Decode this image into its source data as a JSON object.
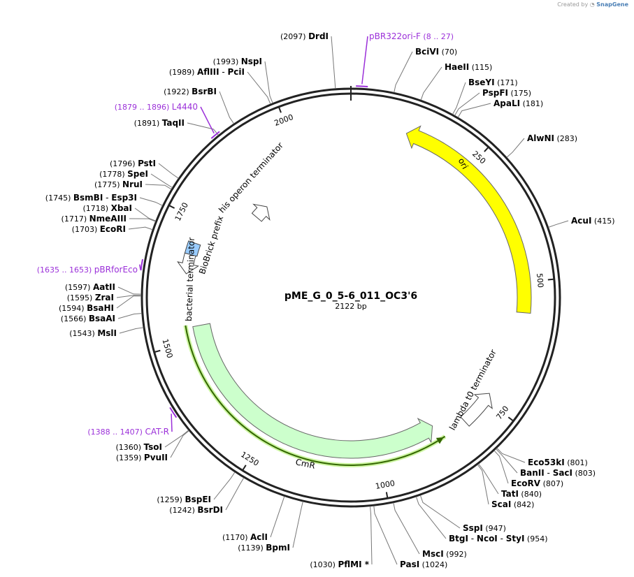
{
  "credit": {
    "prefix": "Created by",
    "brand": "SnapGene",
    "icon": "snapgene-logo-icon"
  },
  "plasmid": {
    "name": "pME_G_0_5-6_011_OC3'6",
    "length_label": "2122 bp",
    "length": 2122
  },
  "ruler": [
    "250",
    "500",
    "750",
    "1000",
    "1250",
    "1500",
    "1750",
    "2000"
  ],
  "sites": [
    {
      "pos": "(2097)",
      "names": [
        "DrdI"
      ]
    },
    {
      "pos": "(70)",
      "names": [
        "BciVI"
      ]
    },
    {
      "pos": "(115)",
      "names": [
        "HaeII"
      ]
    },
    {
      "pos": "(171)",
      "names": [
        "BseYI"
      ]
    },
    {
      "pos": "(175)",
      "names": [
        "PspFI"
      ]
    },
    {
      "pos": "(181)",
      "names": [
        "ApaLI"
      ]
    },
    {
      "pos": "(283)",
      "names": [
        "AlwNI"
      ]
    },
    {
      "pos": "(415)",
      "names": [
        "AcuI"
      ]
    },
    {
      "pos": "(801)",
      "names": [
        "Eco53kI"
      ]
    },
    {
      "pos": "(803)",
      "names": [
        "BanII",
        "SacI"
      ]
    },
    {
      "pos": "(807)",
      "names": [
        "EcoRV"
      ]
    },
    {
      "pos": "(840)",
      "names": [
        "TatI"
      ]
    },
    {
      "pos": "(842)",
      "names": [
        "ScaI"
      ]
    },
    {
      "pos": "(947)",
      "names": [
        "SspI"
      ]
    },
    {
      "pos": "(954)",
      "names": [
        "BtgI",
        "NcoI",
        "StyI"
      ]
    },
    {
      "pos": "(992)",
      "names": [
        "MscI"
      ]
    },
    {
      "pos": "(1024)",
      "names": [
        "PasI"
      ]
    },
    {
      "pos": "(1030)",
      "names": [
        "PflMI *"
      ]
    },
    {
      "pos": "(1139)",
      "names": [
        "BpmI"
      ]
    },
    {
      "pos": "(1170)",
      "names": [
        "AclI"
      ]
    },
    {
      "pos": "(1242)",
      "names": [
        "BsrDI"
      ]
    },
    {
      "pos": "(1259)",
      "names": [
        "BspEI"
      ]
    },
    {
      "pos": "(1359)",
      "names": [
        "PvuII"
      ]
    },
    {
      "pos": "(1360)",
      "names": [
        "TsoI"
      ]
    },
    {
      "pos": "(1543)",
      "names": [
        "MslI"
      ]
    },
    {
      "pos": "(1566)",
      "names": [
        "BsaAI"
      ]
    },
    {
      "pos": "(1594)",
      "names": [
        "BsaHI"
      ]
    },
    {
      "pos": "(1595)",
      "names": [
        "ZraI"
      ]
    },
    {
      "pos": "(1597)",
      "names": [
        "AatII"
      ]
    },
    {
      "pos": "(1703)",
      "names": [
        "EcoRI"
      ]
    },
    {
      "pos": "(1717)",
      "names": [
        "NmeAIII"
      ]
    },
    {
      "pos": "(1718)",
      "names": [
        "XbaI"
      ]
    },
    {
      "pos": "(1745)",
      "names": [
        "BsmBI",
        "Esp3I"
      ]
    },
    {
      "pos": "(1775)",
      "names": [
        "NruI"
      ]
    },
    {
      "pos": "(1778)",
      "names": [
        "SpeI"
      ]
    },
    {
      "pos": "(1796)",
      "names": [
        "PstI"
      ]
    },
    {
      "pos": "(1891)",
      "names": [
        "TaqII"
      ]
    },
    {
      "pos": "(1922)",
      "names": [
        "BsrBI"
      ]
    },
    {
      "pos": "(1989)",
      "names": [
        "AflIII",
        "PciI"
      ]
    },
    {
      "pos": "(1993)",
      "names": [
        "NspI"
      ]
    }
  ],
  "primers": [
    {
      "name": "pBR322ori-F",
      "range": "(8 .. 27)"
    },
    {
      "name": "L4440",
      "range": "(1879 .. 1896)"
    },
    {
      "name": "pBRforEco",
      "range": "(1635 .. 1653)"
    },
    {
      "name": "CAT-R",
      "range": "(1388 .. 1407)"
    }
  ],
  "features": [
    {
      "name": "ori",
      "color": "#ffff00",
      "stroke": "#666666"
    },
    {
      "name": "CmR",
      "color": "#ccffcc",
      "stroke": "#666666",
      "orf_color": "#336600"
    },
    {
      "name": "lambda t0 terminator",
      "color": "#ffffff"
    },
    {
      "name": "his operon terminator",
      "color": "#ffffff"
    },
    {
      "name": "BioBrick prefix",
      "color": "#99ccff"
    },
    {
      "name": "bacterial terminator",
      "color": "#ffffff"
    }
  ],
  "colors": {
    "primer": "#9b30d9",
    "backbone": "#222222"
  }
}
